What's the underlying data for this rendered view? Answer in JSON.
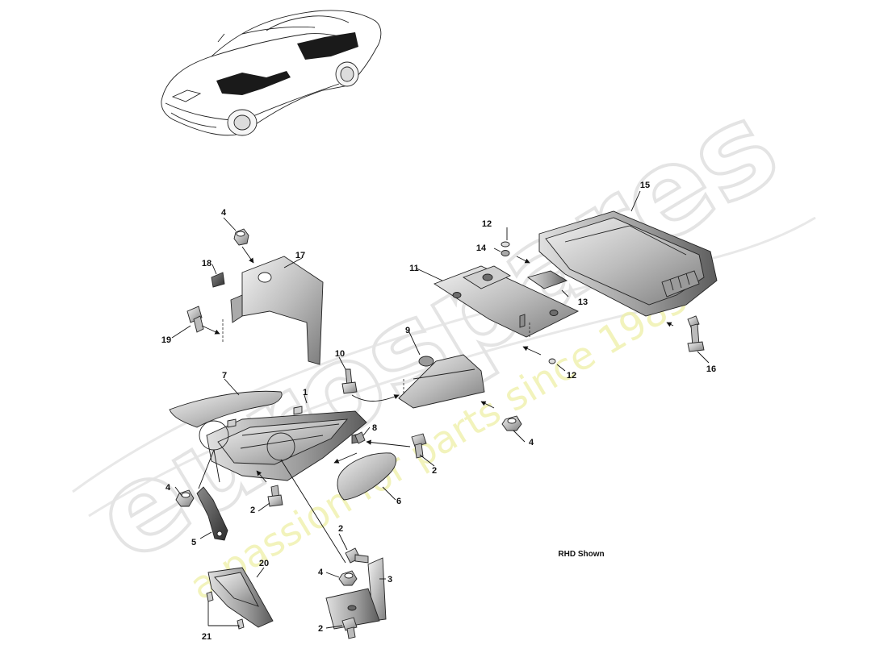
{
  "watermark": {
    "brand": "eurospares",
    "tagline": "a passion for parts since 1985",
    "brand_color": "#e6e6e6",
    "tagline_color": "#eef0a6"
  },
  "diagram": {
    "note": "RHD Shown",
    "callouts": {
      "c1": "1",
      "c2a": "2",
      "c2b": "2",
      "c2c": "2",
      "c2d": "2",
      "c3": "3",
      "c4a": "4",
      "c4b": "4",
      "c4c": "4",
      "c4d": "4",
      "c5": "5",
      "c6": "6",
      "c7": "7",
      "c8": "8",
      "c9": "9",
      "c10": "10",
      "c11": "11",
      "c12a": "12",
      "c12b": "12",
      "c13": "13",
      "c14": "14",
      "c15": "15",
      "c16": "16",
      "c17": "17",
      "c18": "18",
      "c19": "19",
      "c20": "20",
      "c21": "21"
    }
  }
}
